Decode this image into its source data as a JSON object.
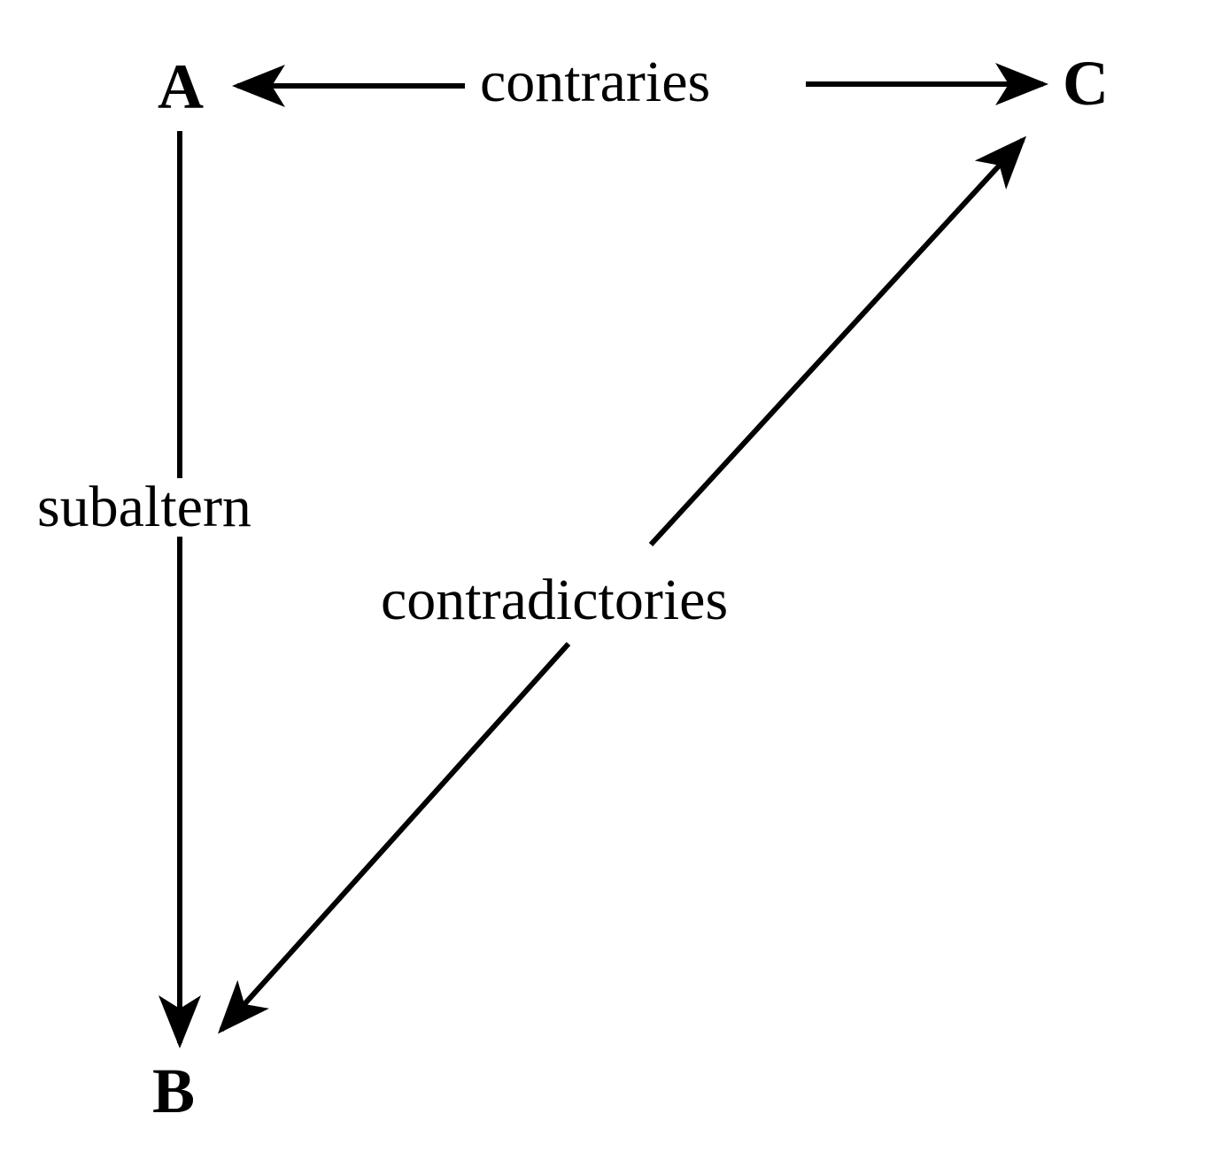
{
  "nodes": {
    "a": "A",
    "b": "B",
    "c": "C"
  },
  "edges": {
    "contraries": "contraries",
    "subaltern": "subaltern",
    "contradictories": "contradictories"
  },
  "colors": {
    "ink": "#000000",
    "background": "#ffffff"
  }
}
